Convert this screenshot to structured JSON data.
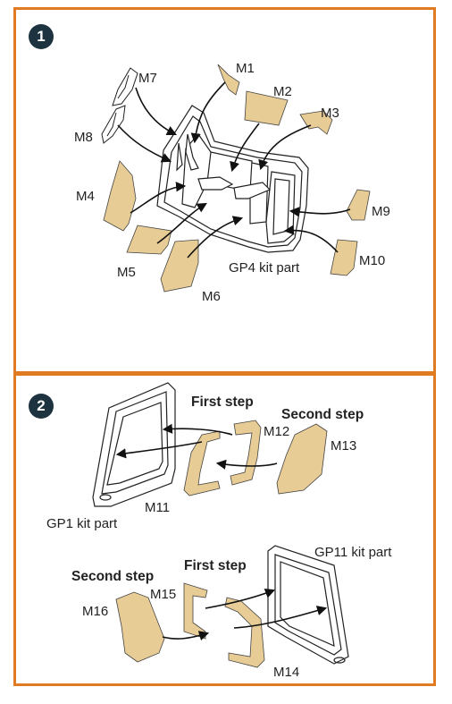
{
  "steps": [
    {
      "number": "1"
    },
    {
      "number": "2"
    }
  ],
  "panel1": {
    "parts": [
      "M1",
      "M2",
      "M3",
      "M4",
      "M5",
      "M6",
      "M7",
      "M8",
      "M9",
      "M10"
    ],
    "kit_part": "GP4 kit part"
  },
  "panel2": {
    "first_step_a": "First step",
    "second_step_a": "Second step",
    "parts_a": [
      "M12",
      "M13",
      "M11"
    ],
    "kit_part_a": "GP1 kit part",
    "first_step_b": "First step",
    "second_step_b": "Second step",
    "parts_b": [
      "M15",
      "M16",
      "M14"
    ],
    "kit_part_b": "GP11 kit part"
  },
  "colors": {
    "border": "#e07b22",
    "badge": "#1d3340",
    "part_fill": "#e8cc95",
    "outline": "#222222"
  }
}
